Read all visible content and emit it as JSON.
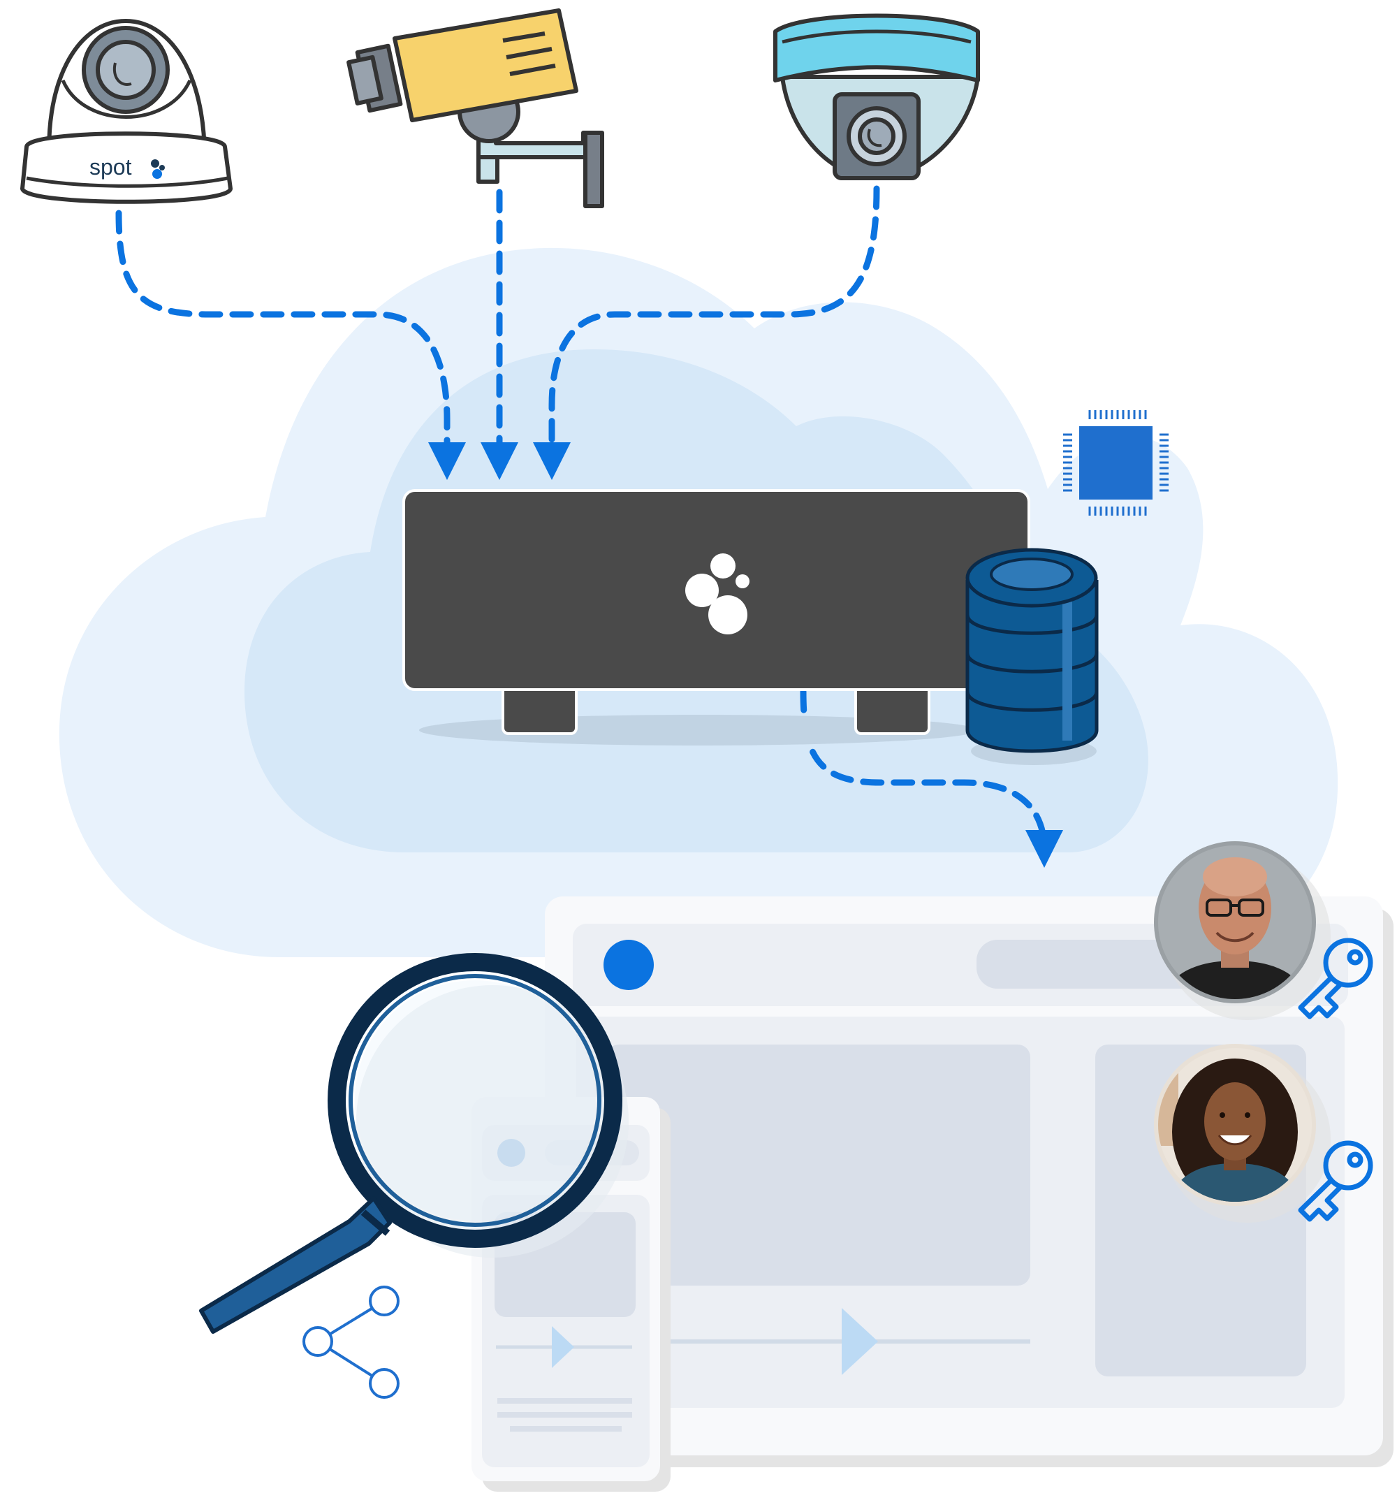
{
  "brand": {
    "logo_text": "spot"
  },
  "devices": {
    "dome_camera": {
      "icon": "spot-dome-camera-icon"
    },
    "bullet_camera": {
      "icon": "bullet-camera-icon"
    },
    "ceiling_dome_camera": {
      "icon": "ceiling-dome-camera-icon"
    },
    "cloud_recorder": {
      "icon": "cloud-video-recorder-icon"
    },
    "database": {
      "icon": "database-icon"
    },
    "processor": {
      "icon": "cpu-chip-icon"
    }
  },
  "ui": {
    "browser_window": {
      "icon": "browser-window-icon"
    },
    "mobile_window": {
      "icon": "mobile-app-icon"
    },
    "magnifier": {
      "icon": "magnifying-glass-icon"
    },
    "share": {
      "icon": "share-icon"
    },
    "users": [
      {
        "avatar": "man-avatar",
        "access": "key-icon"
      },
      {
        "avatar": "woman-avatar",
        "access": "key-icon"
      }
    ]
  },
  "colors": {
    "accent": "#0b73e0",
    "cloud_outer": "#e8f2fc",
    "cloud_inner": "#d6e8f8",
    "recorder": "#4a4a4a",
    "db": "#0d5a94",
    "yellow": "#f7d26c",
    "cyan": "#6fd3ec"
  }
}
